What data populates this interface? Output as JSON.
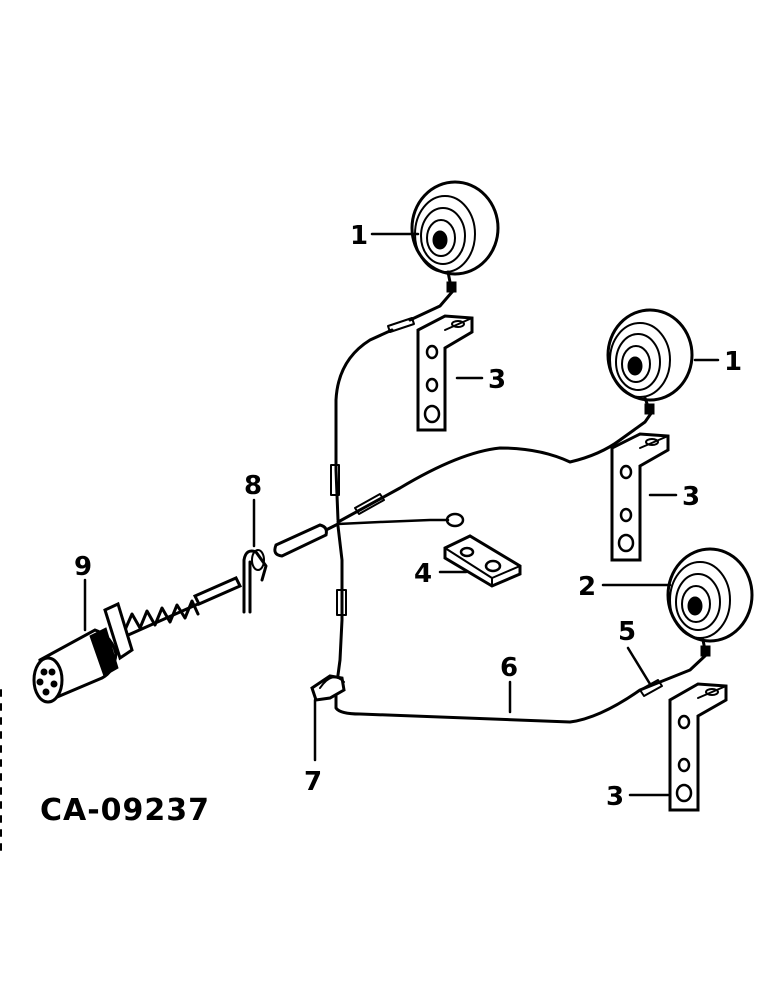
{
  "drawing": {
    "code": "CA-09237",
    "callouts": {
      "lamp_1_upper": "1",
      "lamp_1_middle": "1",
      "lamp_2": "2",
      "bracket_3_upper": "3",
      "bracket_3_middle": "3",
      "bracket_3_lower": "3",
      "plate_4": "4",
      "connector_5": "5",
      "harness_6": "6",
      "clip_7": "7",
      "pin_8": "8",
      "plug_9": "9"
    }
  }
}
